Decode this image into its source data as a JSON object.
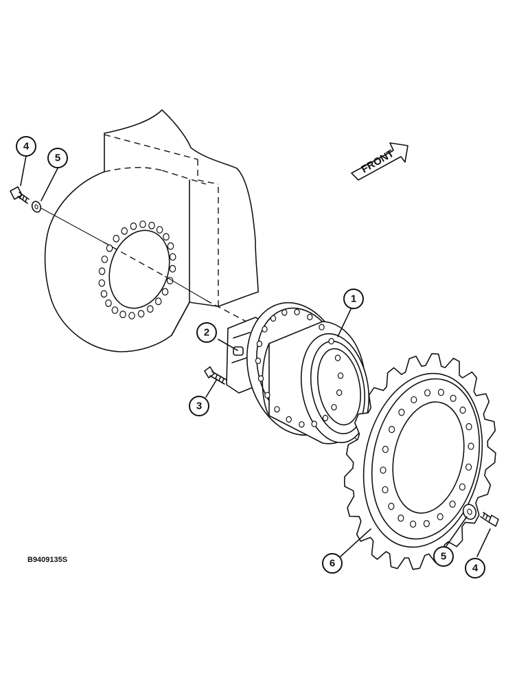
{
  "direction_label": "FRONT",
  "drawing_code": "B9409135S",
  "callouts": [
    {
      "id": "c1",
      "label": "1"
    },
    {
      "id": "c2",
      "label": "2"
    },
    {
      "id": "c3",
      "label": "3"
    },
    {
      "id": "c4a",
      "label": "4"
    },
    {
      "id": "c5a",
      "label": "5"
    },
    {
      "id": "c5b",
      "label": "5"
    },
    {
      "id": "c4b",
      "label": "4"
    },
    {
      "id": "c6",
      "label": "6"
    }
  ]
}
